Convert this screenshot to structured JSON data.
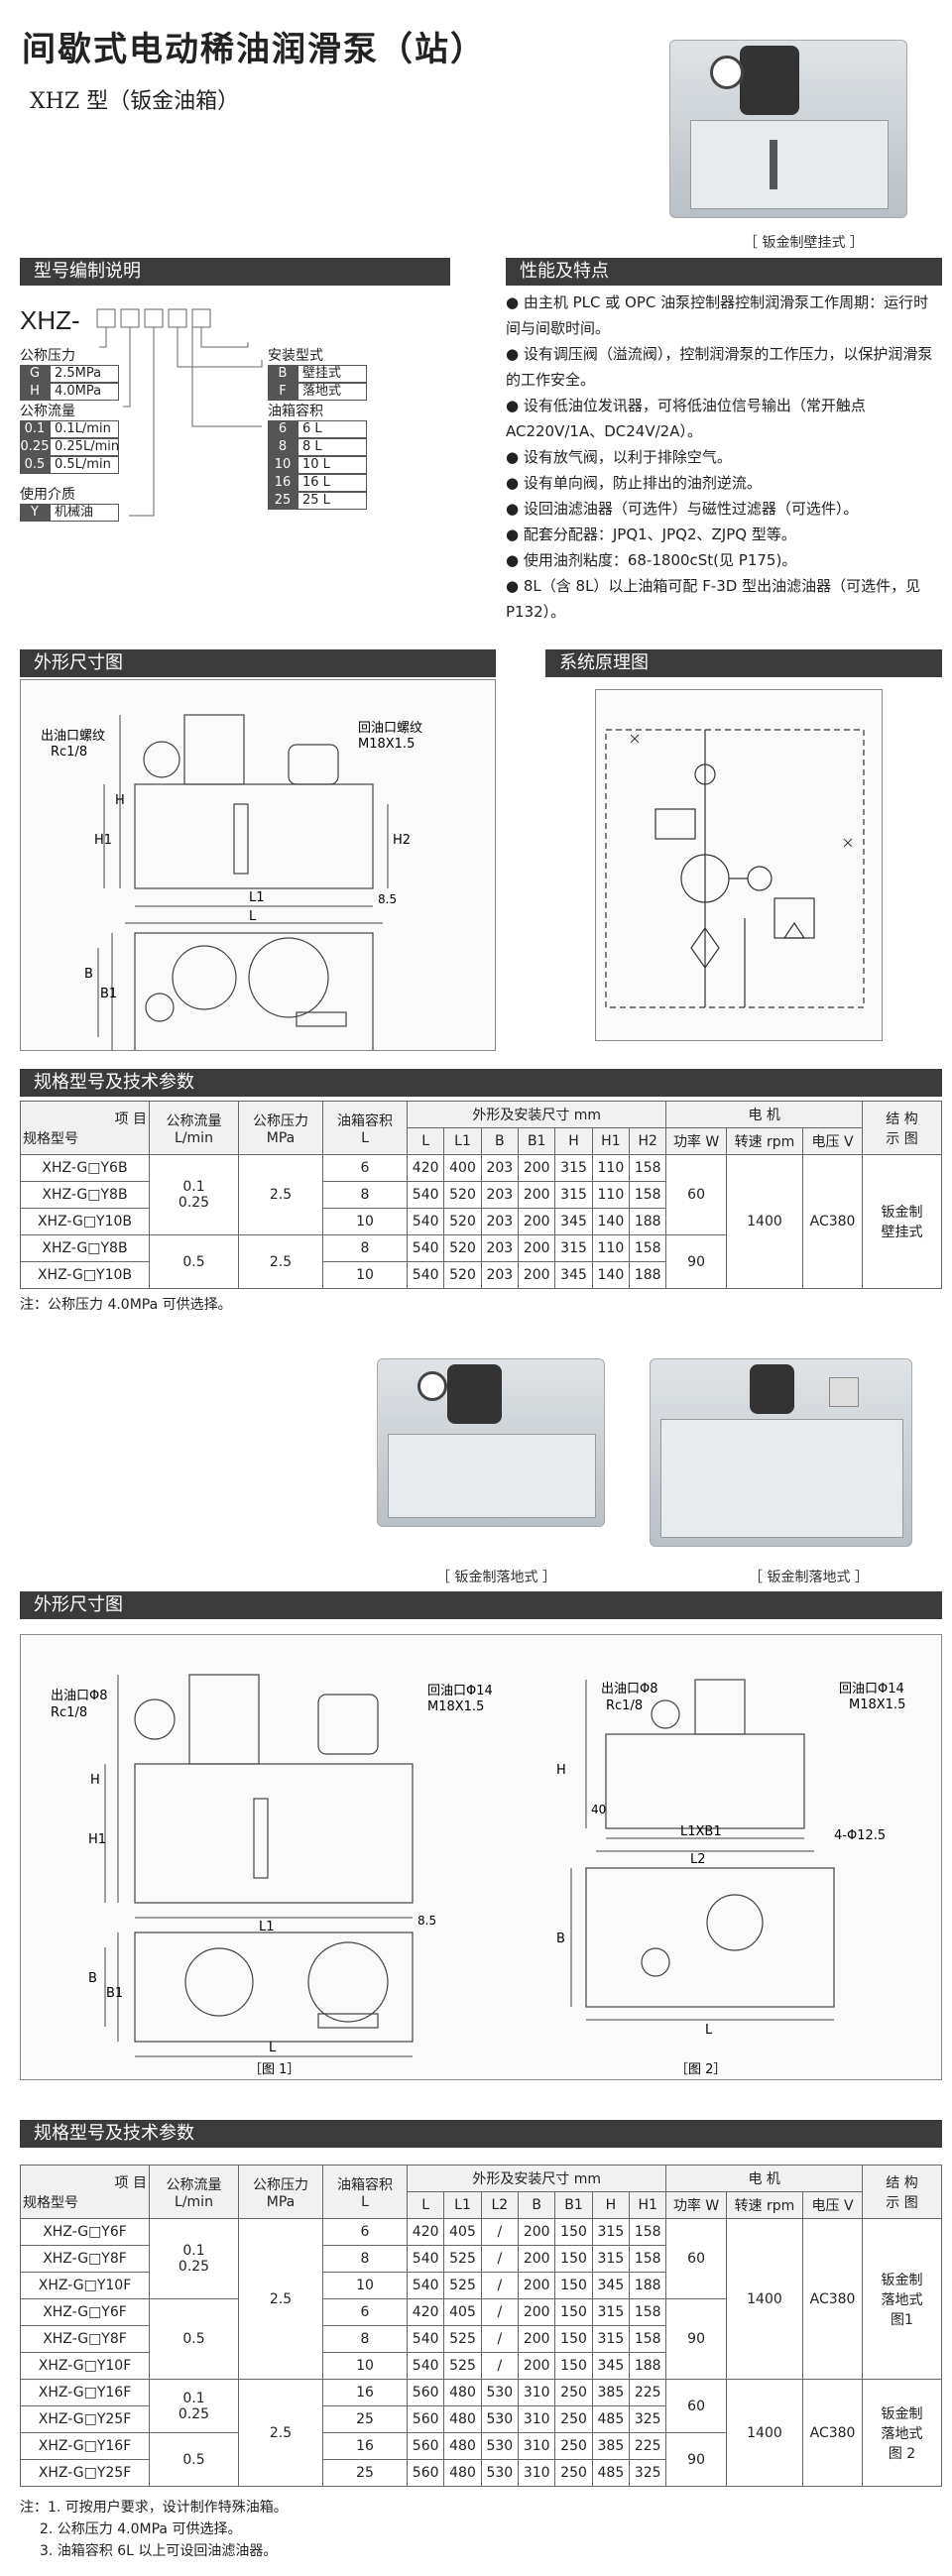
{
  "header": {
    "title": "间歇式电动稀油润滑泵（站）",
    "subtitle": "XHZ 型（钣金油箱）",
    "photo_caption": "［ 钣金制壁挂式 ］"
  },
  "model_code": {
    "heading": "型号编制说明",
    "prefix": "XHZ-",
    "pressure_label": "公称压力",
    "pressure": [
      {
        "code": "G",
        "value": "2.5MPa"
      },
      {
        "code": "H",
        "value": "4.0MPa"
      }
    ],
    "flow_label": "公称流量",
    "flow": [
      {
        "code": "0.1",
        "value": "0.1L/min"
      },
      {
        "code": "0.25",
        "value": "0.25L/min"
      },
      {
        "code": "0.5",
        "value": "0.5L/min"
      }
    ],
    "medium_label": "使用介质",
    "medium": [
      {
        "code": "Y",
        "value": "机械油"
      }
    ],
    "install_label": "安装型式",
    "install": [
      {
        "code": "B",
        "value": "壁挂式"
      },
      {
        "code": "F",
        "value": "落地式"
      }
    ],
    "tank_label": "油箱容积",
    "tank": [
      {
        "code": "6",
        "value": "6 L"
      },
      {
        "code": "8",
        "value": "8 L"
      },
      {
        "code": "10",
        "value": "10 L"
      },
      {
        "code": "16",
        "value": "16 L"
      },
      {
        "code": "25",
        "value": "25 L"
      }
    ]
  },
  "features": {
    "heading": "性能及特点",
    "items": [
      "由主机 PLC 或 OPC 油泵控制器控制润滑泵工作周期：运行时间与间歇时间。",
      "设有调压阀（溢流阀），控制润滑泵的工作压力，以保护润滑泵的工作安全。",
      "设有低油位发讯器，可将低油位信号输出（常开触点 AC220V/1A、DC24V/2A）。",
      "设有放气阀，以利于排除空气。",
      "设有单向阀，防止排出的油剂逆流。",
      "设回油滤油器（可选件）与磁性过滤器（可选件）。",
      "配套分配器：JPQ1、JPQ2、ZJPQ 型等。",
      "使用油剂粘度：68-1800cSt(见 P175)。",
      "8L（含 8L）以上油箱可配 F-3D 型出油滤油器（可选件，见 P132）。"
    ]
  },
  "dimension_heading": "外形尺寸图",
  "system_heading": "系统原理图",
  "drawing1": {
    "outlet": "出油口螺纹",
    "outlet_thread": "Rc1/8",
    "return": "回油口螺纹",
    "return_thread": "M18X1.5",
    "dim_h": "H",
    "dim_h1": "H1",
    "dim_h2": "H2",
    "dim_l1": "L1",
    "dim_l": "L",
    "dim_b": "B",
    "dim_b1": "B1",
    "dim_85": "8.5"
  },
  "spec1": {
    "heading": "规格型号及技术参数",
    "head": {
      "item": "项 目",
      "model": "规格型号",
      "flow": "公称流量",
      "flow_unit": "L/min",
      "pressure": "公称压力",
      "pressure_unit": "MPa",
      "tank": "油箱容积",
      "tank_unit": "L",
      "dims": "外形及安装尺寸 mm",
      "motor": "电 机",
      "power": "功率 W",
      "speed": "转速 rpm",
      "voltage": "电压 V",
      "struct": "结 构",
      "struct2": "示 图"
    },
    "dim_cols": [
      "L",
      "L1",
      "B",
      "B1",
      "H",
      "H1",
      "H2"
    ],
    "rows": [
      {
        "model": "XHZ-G□Y6B",
        "tank": "6",
        "dims": [
          "420",
          "400",
          "203",
          "200",
          "315",
          "110",
          "158"
        ]
      },
      {
        "model": "XHZ-G□Y8B",
        "tank": "8",
        "dims": [
          "540",
          "520",
          "203",
          "200",
          "315",
          "110",
          "158"
        ]
      },
      {
        "model": "XHZ-G□Y10B",
        "tank": "10",
        "dims": [
          "540",
          "520",
          "203",
          "200",
          "345",
          "140",
          "188"
        ]
      },
      {
        "model": "XHZ-G□Y8B",
        "tank": "8",
        "dims": [
          "540",
          "520",
          "203",
          "200",
          "315",
          "110",
          "158"
        ]
      },
      {
        "model": "XHZ-G□Y10B",
        "tank": "10",
        "dims": [
          "540",
          "520",
          "203",
          "200",
          "345",
          "140",
          "188"
        ]
      }
    ],
    "flow_a1": "0.1",
    "flow_a2": "0.25",
    "flow_b": "0.5",
    "pressure": "2.5",
    "power_a": "60",
    "power_b": "90",
    "speed": "1400",
    "voltage": "AC380",
    "struct": "钣金制",
    "struct2": "壁挂式",
    "note": "注：公称压力 4.0MPa 可供选择。"
  },
  "photos2": {
    "caption1": "［ 钣金制落地式 ］",
    "caption2": "［ 钣金制落地式 ］"
  },
  "drawing2": {
    "outlet": "出油口Φ8",
    "outlet_thread": "Rc1/8",
    "return": "回油口Φ14",
    "return_thread": "M18X1.5",
    "fig1": "［图 1］",
    "fig2": "［图 2］",
    "dim_h": "H",
    "dim_h1": "H1",
    "dim_l1": "L1",
    "dim_l": "L",
    "dim_b": "B",
    "dim_b1": "B1",
    "dim_85": "8.5",
    "dim_40": "40",
    "dim_l1xb1": "L1XB1",
    "dim_l2": "L2",
    "dim_holes": "4-Φ12.5"
  },
  "spec2": {
    "heading": "规格型号及技术参数",
    "dim_cols": [
      "L",
      "L1",
      "L2",
      "B",
      "B1",
      "H",
      "H1"
    ],
    "rows": [
      {
        "model": "XHZ-G□Y6F",
        "tank": "6",
        "dims": [
          "420",
          "405",
          "/",
          "200",
          "150",
          "315",
          "158"
        ]
      },
      {
        "model": "XHZ-G□Y8F",
        "tank": "8",
        "dims": [
          "540",
          "525",
          "/",
          "200",
          "150",
          "315",
          "158"
        ]
      },
      {
        "model": "XHZ-G□Y10F",
        "tank": "10",
        "dims": [
          "540",
          "525",
          "/",
          "200",
          "150",
          "345",
          "188"
        ]
      },
      {
        "model": "XHZ-G□Y6F",
        "tank": "6",
        "dims": [
          "420",
          "405",
          "/",
          "200",
          "150",
          "315",
          "158"
        ]
      },
      {
        "model": "XHZ-G□Y8F",
        "tank": "8",
        "dims": [
          "540",
          "525",
          "/",
          "200",
          "150",
          "315",
          "158"
        ]
      },
      {
        "model": "XHZ-G□Y10F",
        "tank": "10",
        "dims": [
          "540",
          "525",
          "/",
          "200",
          "150",
          "345",
          "188"
        ]
      },
      {
        "model": "XHZ-G□Y16F",
        "tank": "16",
        "dims": [
          "560",
          "480",
          "530",
          "310",
          "250",
          "385",
          "225"
        ]
      },
      {
        "model": "XHZ-G□Y25F",
        "tank": "25",
        "dims": [
          "560",
          "480",
          "530",
          "310",
          "250",
          "485",
          "325"
        ]
      },
      {
        "model": "XHZ-G□Y16F",
        "tank": "16",
        "dims": [
          "560",
          "480",
          "530",
          "310",
          "250",
          "385",
          "225"
        ]
      },
      {
        "model": "XHZ-G□Y25F",
        "tank": "25",
        "dims": [
          "560",
          "480",
          "530",
          "310",
          "250",
          "485",
          "325"
        ]
      }
    ],
    "flow_a1": "0.1",
    "flow_a2": "0.25",
    "flow_b": "0.5",
    "pressure": "2.5",
    "power_a": "60",
    "power_b": "90",
    "speed": "1400",
    "voltage": "AC380",
    "struct_a": "钣金制",
    "struct_a2": "落地式",
    "struct_a3": "图1",
    "struct_b": "钣金制",
    "struct_b2": "落地式",
    "struct_b3": "图 2",
    "notes": [
      "注：1. 可按用户要求，设计制作特殊油箱。",
      "2. 公称压力 4.0MPa 可供选择。",
      "3. 油箱容积 6L 以上可设回油滤油器。"
    ]
  }
}
